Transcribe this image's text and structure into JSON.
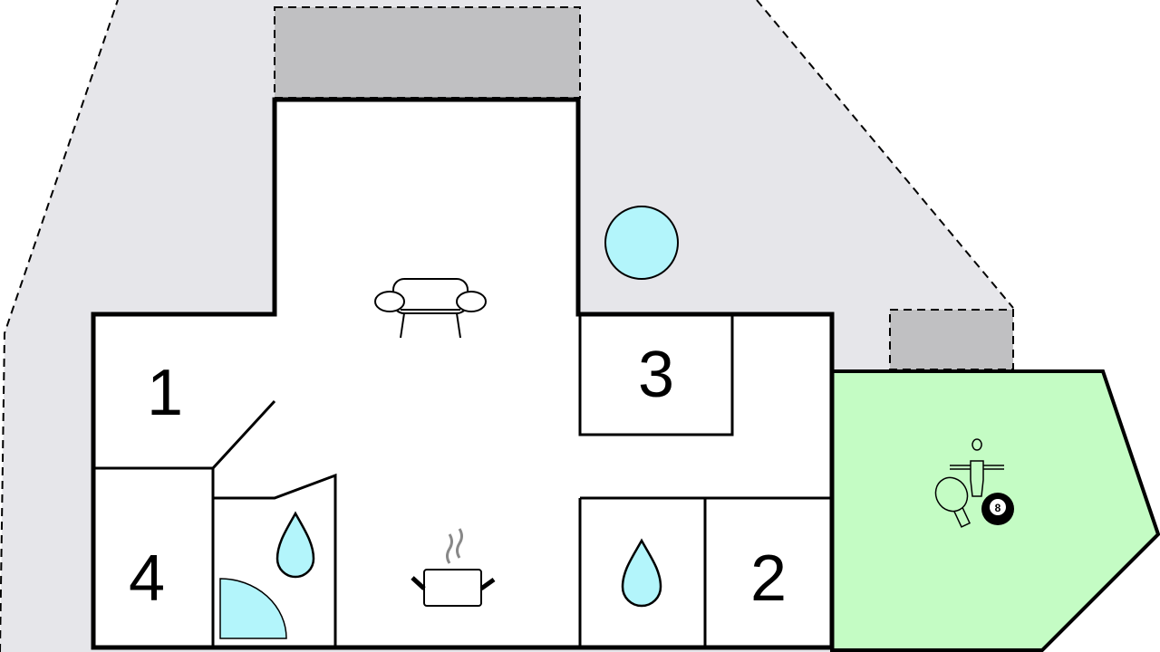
{
  "rooms": {
    "r1": "1",
    "r2": "2",
    "r3": "3",
    "r4": "4"
  },
  "billiard_ball": "8",
  "colors": {
    "outdoor": "#e6e6ea",
    "terrace": "#c8c8ca",
    "water": "#b3f5fb",
    "game_room": "#c4fcc4"
  }
}
